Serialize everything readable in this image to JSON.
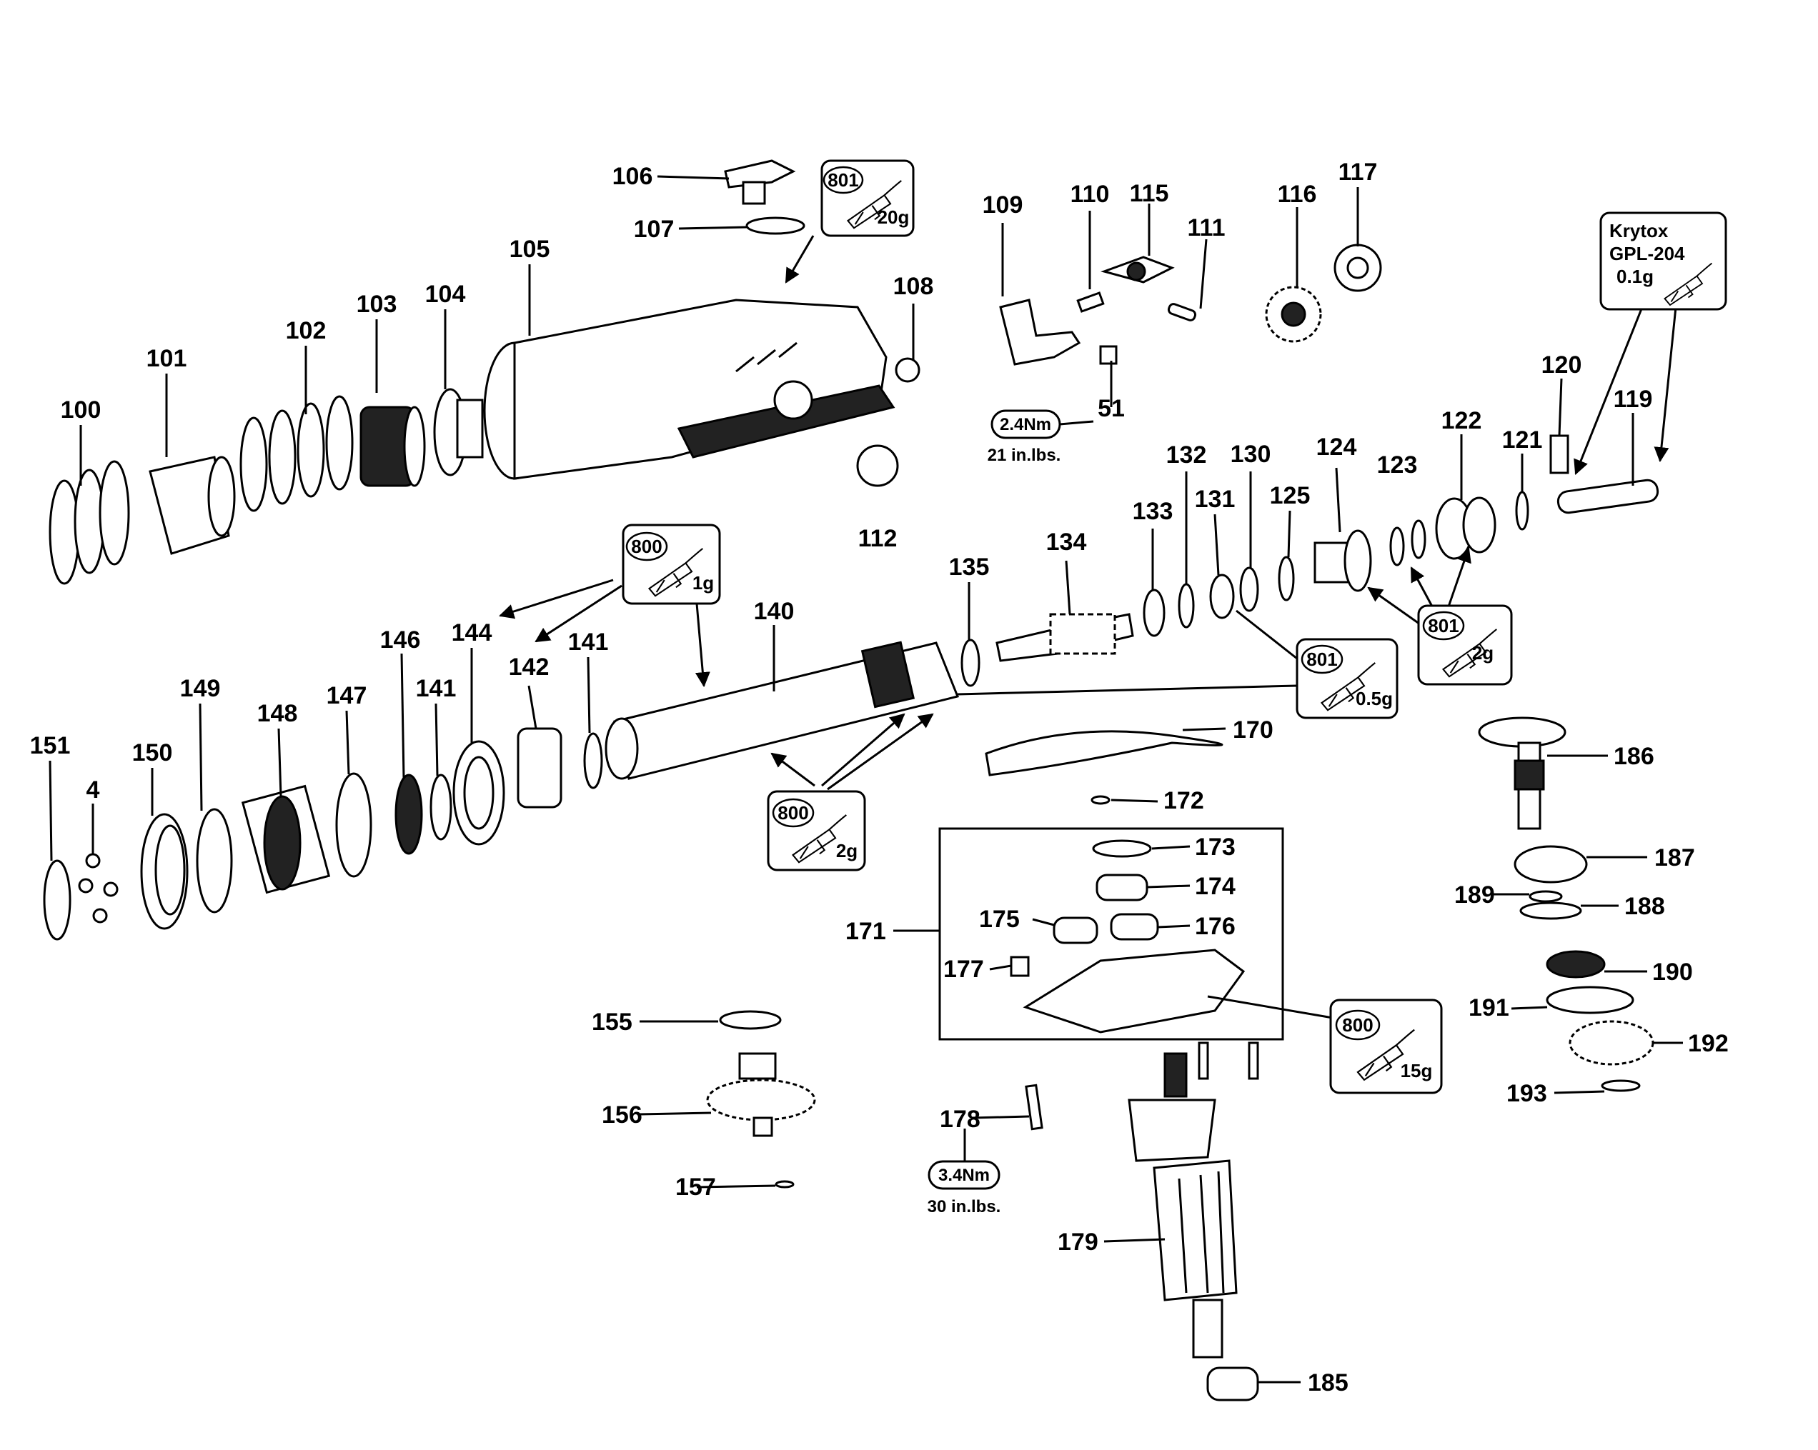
{
  "parts": {
    "p4": "4",
    "p51": "51",
    "p100": "100",
    "p101": "101",
    "p102": "102",
    "p103": "103",
    "p104": "104",
    "p105": "105",
    "p106": "106",
    "p107": "107",
    "p108": "108",
    "p109": "109",
    "p110": "110",
    "p111": "111",
    "p112": "112",
    "p115": "115",
    "p116": "116",
    "p117": "117",
    "p119": "119",
    "p120": "120",
    "p121": "121",
    "p122": "122",
    "p123": "123",
    "p124": "124",
    "p125": "125",
    "p130": "130",
    "p131": "131",
    "p132": "132",
    "p133": "133",
    "p134": "134",
    "p135": "135",
    "p140": "140",
    "p141a": "141",
    "p141b": "141",
    "p142": "142",
    "p144": "144",
    "p146": "146",
    "p147": "147",
    "p148": "148",
    "p149": "149",
    "p150": "150",
    "p151": "151",
    "p155": "155",
    "p156": "156",
    "p157": "157",
    "p170": "170",
    "p171": "171",
    "p172": "172",
    "p173": "173",
    "p174": "174",
    "p175": "175",
    "p176": "176",
    "p177": "177",
    "p178": "178",
    "p179": "179",
    "p185": "185",
    "p186": "186",
    "p187": "187",
    "p188": "188",
    "p189": "189",
    "p190": "190",
    "p191": "191",
    "p192": "192",
    "p193": "193"
  },
  "grease": {
    "g801_20": {
      "code": "801",
      "amount": "20g"
    },
    "g800_1": {
      "code": "800",
      "amount": "1g"
    },
    "g801_05": {
      "code": "801",
      "amount": "0.5g"
    },
    "g801_2": {
      "code": "801",
      "amount": "2g"
    },
    "g800_2": {
      "code": "800",
      "amount": "2g"
    },
    "g800_15": {
      "code": "800",
      "amount": "15g"
    },
    "krytox": {
      "name": "Krytox",
      "spec": "GPL-204",
      "amount": "0.1g"
    }
  },
  "torque": {
    "t51": {
      "nm": "2.4Nm",
      "inlbs": "21 in.lbs."
    },
    "t178": {
      "nm": "3.4Nm",
      "inlbs": "30 in.lbs."
    }
  },
  "icons": [
    "grease-gun-icon"
  ]
}
